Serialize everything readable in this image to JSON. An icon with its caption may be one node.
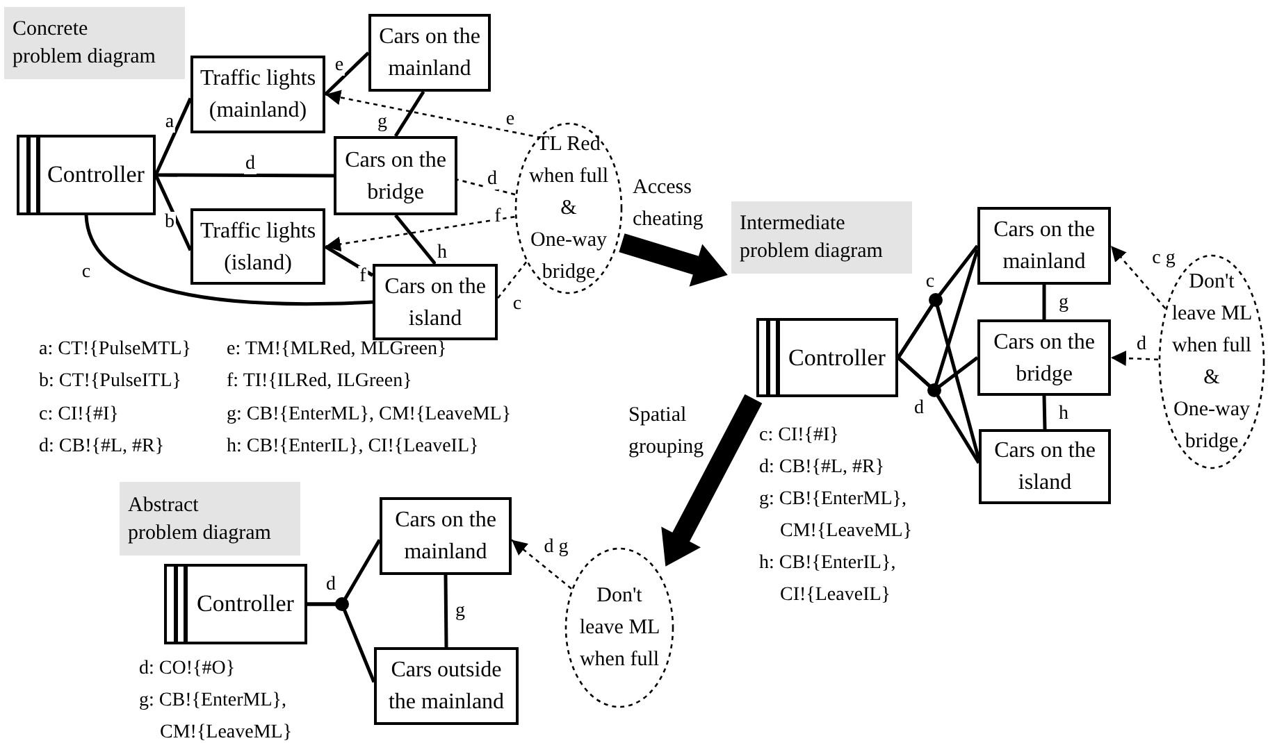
{
  "diagram": {
    "nodes": [
      {
        "text": [
          "Concrete problem diagram"
        ]
      },
      {
        "text": [
          "Controller"
        ]
      },
      {
        "text": [
          "Traffic lights (mainland)"
        ]
      },
      {
        "text": [
          "Cars on the mainland"
        ]
      },
      {
        "text": [
          "Cars on the bridge"
        ]
      },
      {
        "text": [
          "Traffic lights (island)"
        ]
      },
      {
        "text": [
          "Cars on the island"
        ]
      },
      {
        "text": [
          "TL Red when full & One-way bridge"
        ]
      },
      {
        "text": [
          "Intermediate problem diagram"
        ]
      },
      {
        "text": [
          "Controller"
        ]
      },
      {
        "text": [
          "Cars on the mainland"
        ]
      },
      {
        "text": [
          "Cars on the bridge"
        ]
      },
      {
        "text": [
          "Cars on the island"
        ]
      },
      {
        "text": [
          "Don't leave ML when full & One-way bridge"
        ]
      },
      {
        "text": [
          "Abstract problem diagram"
        ]
      },
      {
        "text": [
          "Controller"
        ]
      },
      {
        "text": [
          "Cars on the mainland"
        ]
      },
      {
        "text": [
          "Cars outside the mainland"
        ]
      },
      {
        "text": [
          "Don't leave ML when full"
        ]
      }
    ],
    "edges": [
      {
        "from": 1,
        "to": 2,
        "arrow": "none",
        "label": "a"
      },
      {
        "from": 1,
        "to": 4,
        "arrow": "none",
        "label": "d"
      },
      {
        "from": 1,
        "to": 5,
        "arrow": "none",
        "label": "b"
      },
      {
        "from": 1,
        "to": 6,
        "arrow": "none",
        "label": "c"
      },
      {
        "from": 3,
        "to": 2,
        "arrow": "none",
        "label": "e"
      },
      {
        "from": 3,
        "to": 4,
        "arrow": "none",
        "label": "g"
      },
      {
        "from": 4,
        "to": 6,
        "arrow": "none",
        "label": "h"
      },
      {
        "from": 6,
        "to": 5,
        "arrow": "none",
        "label": "f"
      },
      {
        "from": 7,
        "to": 2,
        "arrow": "to",
        "label": "e",
        "style": "dashed"
      },
      {
        "from": 7,
        "to": 4,
        "arrow": "none",
        "label": "d",
        "style": "dashed"
      },
      {
        "from": 7,
        "to": 5,
        "arrow": "to",
        "label": "f",
        "style": "dashed"
      },
      {
        "from": 7,
        "to": 6,
        "arrow": "none",
        "label": "c",
        "style": "dashed"
      },
      {
        "from": 9,
        "to": 10,
        "arrow": "none",
        "label": "c"
      },
      {
        "from": 9,
        "to": 12,
        "arrow": "none"
      },
      {
        "from": 9,
        "to": 10,
        "arrow": "none",
        "label": "d"
      },
      {
        "from": 9,
        "to": 11,
        "arrow": "none"
      },
      {
        "from": 9,
        "to": 12,
        "arrow": "none"
      },
      {
        "from": 10,
        "to": 11,
        "arrow": "none",
        "label": "g"
      },
      {
        "from": 11,
        "to": 12,
        "arrow": "none",
        "label": "h"
      },
      {
        "from": 13,
        "to": 10,
        "arrow": "to",
        "label": "c g",
        "style": "dashed"
      },
      {
        "from": 13,
        "to": 11,
        "arrow": "to",
        "label": "d",
        "style": "dashed"
      },
      {
        "from": 15,
        "to": 16,
        "arrow": "none",
        "label": "d"
      },
      {
        "from": 15,
        "to": 17,
        "arrow": "none"
      },
      {
        "from": 16,
        "to": 17,
        "arrow": "none",
        "label": "g"
      },
      {
        "from": 18,
        "to": 16,
        "arrow": "to",
        "label": "d g",
        "style": "dashed"
      },
      {
        "from": 7,
        "to": 8,
        "arrow": "to",
        "label": "Access cheating",
        "style": "thick"
      },
      {
        "from": 9,
        "to": 18,
        "arrow": "to",
        "label": "Spatial grouping",
        "style": "thick"
      }
    ],
    "labels": [
      "a: CT!{PulseMTL}",
      "e: TM!{MLRed, MLGreen}",
      "b: CT!{PulseITL}",
      "f: TI!{ILRed, ILGreen}",
      "c: CI!{#I}",
      "g: CB!{EnterML}, CM!{LeaveML}",
      "d: CB!{#L, #R}",
      "h: CB!{EnterIL}, CI!{LeaveIL}",
      "c: CI!{#I}",
      "d: CB!{#L, #R}",
      "g: CB!{EnterML}, CM!{LeaveML}",
      "h: CB!{EnterIL}, CI!{LeaveIL}",
      "d: CO!{#O}",
      "g: CB!{EnterML}, CM!{LeaveML}"
    ]
  }
}
